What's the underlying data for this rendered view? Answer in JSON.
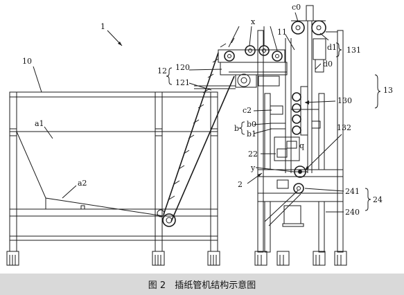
{
  "figure": {
    "caption": "图 2　插纸管机结构示意图"
  },
  "labels": {
    "l1": "1",
    "l10": "10",
    "a1": "a1",
    "a2": "a2",
    "x": "x",
    "c0": "c0",
    "l11": "11",
    "d1": "d1",
    "l131": "131",
    "d0": "d0",
    "l12": "12",
    "l120": "120",
    "l121": "121",
    "l13": "13",
    "l130": "130",
    "c2": "c2",
    "b": "b",
    "b0": "b0",
    "b1": "b1",
    "l132": "132",
    "l22": "22",
    "q": "q",
    "y": "y",
    "l2": "2",
    "l241": "241",
    "l24": "24",
    "l240": "240"
  }
}
